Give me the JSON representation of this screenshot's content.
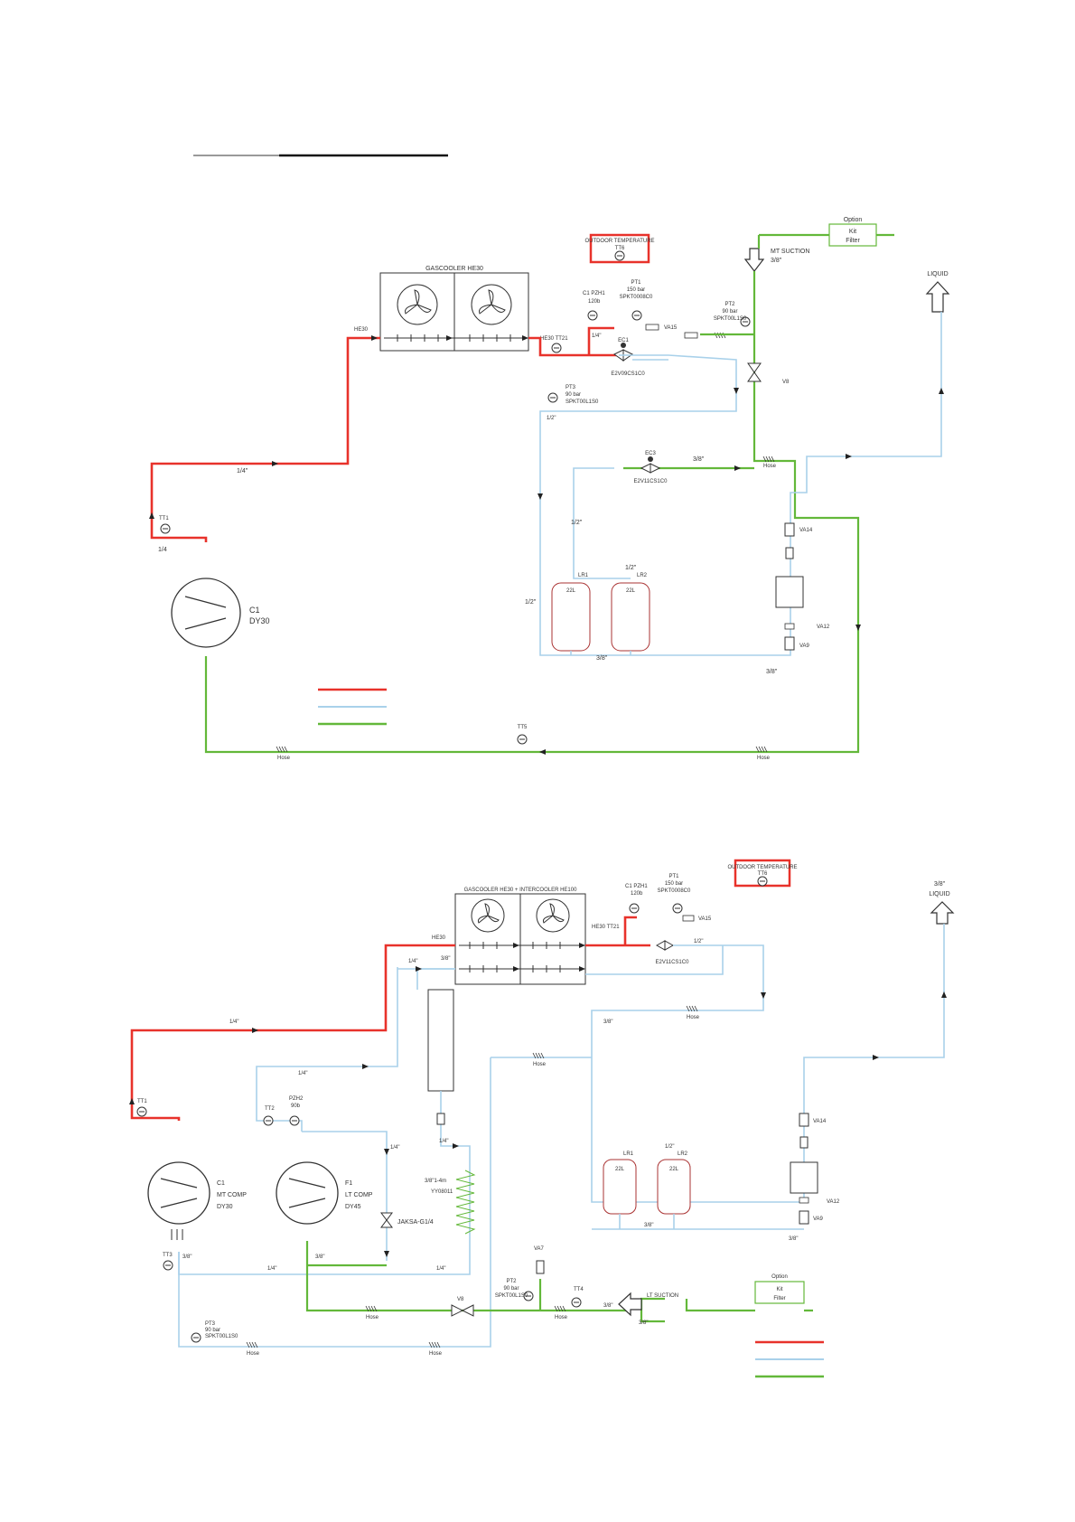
{
  "diagram1": {
    "outdoor_temp": {
      "line1": "OUTDOOR TEMPERATURE",
      "line2": "TT6"
    },
    "option_kit": {
      "line1": "Option",
      "line2": "Kit",
      "line3": "Filter"
    },
    "mt_suction": {
      "line1": "MT SUCTION",
      "line2": "3/8\""
    },
    "liquid": "LIQUID",
    "gascooler": "GASCOOLER HE30",
    "he30_in": "HE30",
    "he30_out": "HE30 TT21",
    "pzh1": {
      "line1": "C1 PZH1",
      "line2": "120b"
    },
    "pt1": {
      "line1": "PT1",
      "line2": "150 bar",
      "line3": "SPKT0008C0"
    },
    "va15": "VA15",
    "pt2": {
      "line1": "PT2",
      "line2": "90 bar",
      "line3": "SPKT00L1S0"
    },
    "ec1": {
      "line1": "EC1",
      "line2": "E2V09CS1C0"
    },
    "pt3": {
      "line1": "PT3",
      "line2": "90 bar",
      "line3": "SPKT00L1S0"
    },
    "v8": "V8",
    "ec3": {
      "line1": "EC3",
      "line2": "E2V11CS1C0"
    },
    "pipe_14a": "1/4\"",
    "pipe_14b": "1/4\"",
    "pipe_14c": "1/4",
    "pipe_12a": "1/2\"",
    "pipe_12b": "1/2\"",
    "pipe_12c": "1/2\"",
    "pipe_38a": "3/8\"",
    "pipe_38b": "3/8\"",
    "pipe_38c": "3/8\"",
    "tt1": "TT1",
    "compressor": {
      "line1": "C1",
      "line2": "DY30"
    },
    "lr1": "LR1",
    "lr2": "LR2",
    "va14": "VA14",
    "va12": "VA12",
    "va9": "VA9",
    "tt5": "TT5",
    "hose": "Hose"
  },
  "diagram2": {
    "outdoor_temp": {
      "line1": "OUTDOOR TEMPERATURE",
      "line2": "TT6"
    },
    "liquid": {
      "line1": "3/8\"",
      "line2": "LIQUID"
    },
    "gascooler": "GASCOOLER HE30 + INTERCOOLER HE100",
    "he30_in": "HE30",
    "he30_out": "HE30 TT21",
    "pzh1": {
      "line1": "C1 PZH1",
      "line2": "120b"
    },
    "pt1": {
      "line1": "PT1",
      "line2": "150 bar",
      "line3": "SPKT0008C0"
    },
    "va15": "VA15",
    "valve": "E2V11CS1C0",
    "pipe_12": "1/2\"",
    "pipe_38a": "3/8\"",
    "pipe_38b": "3/8\"",
    "pipe_38c": "3/8\"",
    "pipe_38d": "3/8\"",
    "pipe_38e": "3/8\"",
    "pipe_38f": "3/8\"",
    "pipe_14a": "1/4\"",
    "pipe_14b": "1/4\"",
    "pipe_14c": "1/4\"",
    "pipe_14d": "1/4\"",
    "pipe_14e": "1/4\"",
    "pipe_14f": "1/4\"",
    "pipe_12b": "1/2\"",
    "tt1": "TT1",
    "tt2": "TT2",
    "pzh2": {
      "line1": "PZH2",
      "line2": "90b"
    },
    "c1": {
      "line1": "C1",
      "line2": "MT COMP",
      "line3": "DY30"
    },
    "f1": {
      "line1": "F1",
      "line2": "LT COMP",
      "line3": "DY45"
    },
    "jaksa": "JAKSA-G1/4",
    "coil": {
      "line1": "3/8\"1-4m",
      "line2": "YY08011"
    },
    "tt3": "TT3",
    "pt3": {
      "line1": "PT3",
      "line2": "90 bar",
      "line3": "SPKT00L1S0"
    },
    "va7": "VA7",
    "pt2": {
      "line1": "PT2",
      "line2": "90 bar",
      "line3": "SPKT00L1S0"
    },
    "v8": "V8",
    "tt4": "TT4",
    "lt_suction": "LT SUCTION",
    "option_kit": {
      "line1": "Option",
      "line2": "Kit",
      "line3": "Filter"
    },
    "lr1": "LR1",
    "lr2": "LR2",
    "va14": "VA14",
    "va12": "VA12",
    "va9": "VA9",
    "hose": "Hose"
  },
  "colors": {
    "red": "#e8322b",
    "blue": "#a9d1ea",
    "green": "#63b83a"
  }
}
